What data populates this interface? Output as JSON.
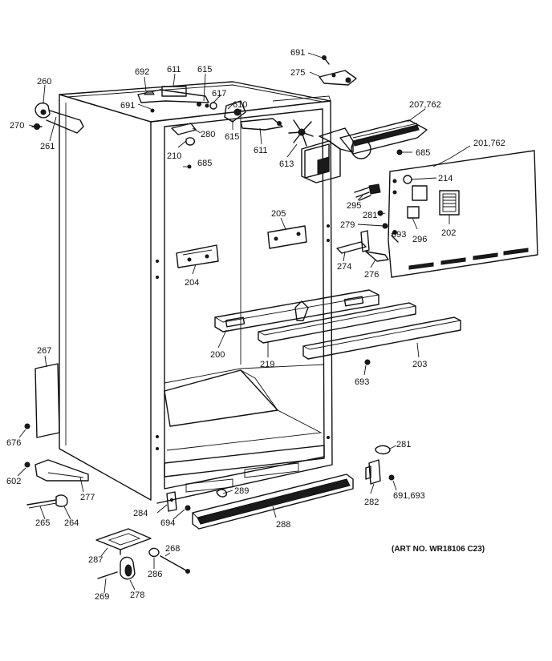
{
  "art_number": "(ART NO. WR18106 C23)",
  "callouts": [
    {
      "id": "691a",
      "text": "691"
    },
    {
      "id": "275",
      "text": "275"
    },
    {
      "id": "692",
      "text": "692"
    },
    {
      "id": "611a",
      "text": "611"
    },
    {
      "id": "615a",
      "text": "615"
    },
    {
      "id": "617",
      "text": "617"
    },
    {
      "id": "610",
      "text": "610"
    },
    {
      "id": "691b",
      "text": "691"
    },
    {
      "id": "280",
      "text": "280"
    },
    {
      "id": "615b",
      "text": "615"
    },
    {
      "id": "611b",
      "text": "611"
    },
    {
      "id": "210",
      "text": "210"
    },
    {
      "id": "613",
      "text": "613"
    },
    {
      "id": "685a",
      "text": "685"
    },
    {
      "id": "260",
      "text": "260"
    },
    {
      "id": "270",
      "text": "270"
    },
    {
      "id": "261",
      "text": "261"
    },
    {
      "id": "207",
      "text": "207,762"
    },
    {
      "id": "685b",
      "text": "685"
    },
    {
      "id": "201",
      "text": "201,762"
    },
    {
      "id": "214",
      "text": "214"
    },
    {
      "id": "295",
      "text": "295"
    },
    {
      "id": "281a",
      "text": "281"
    },
    {
      "id": "279",
      "text": "279"
    },
    {
      "id": "693a",
      "text": "693"
    },
    {
      "id": "296",
      "text": "296"
    },
    {
      "id": "202",
      "text": "202"
    },
    {
      "id": "274",
      "text": "274"
    },
    {
      "id": "276",
      "text": "276"
    },
    {
      "id": "205",
      "text": "205"
    },
    {
      "id": "204",
      "text": "204"
    },
    {
      "id": "200",
      "text": "200"
    },
    {
      "id": "219",
      "text": "219"
    },
    {
      "id": "203",
      "text": "203"
    },
    {
      "id": "693b",
      "text": "693"
    },
    {
      "id": "267",
      "text": "267"
    },
    {
      "id": "676",
      "text": "676"
    },
    {
      "id": "602",
      "text": "602"
    },
    {
      "id": "277",
      "text": "277"
    },
    {
      "id": "265",
      "text": "265"
    },
    {
      "id": "264",
      "text": "264"
    },
    {
      "id": "284",
      "text": "284"
    },
    {
      "id": "289",
      "text": "289"
    },
    {
      "id": "694",
      "text": "694"
    },
    {
      "id": "288",
      "text": "288"
    },
    {
      "id": "281b",
      "text": "281"
    },
    {
      "id": "282",
      "text": "282"
    },
    {
      "id": "691c",
      "text": "691,693"
    },
    {
      "id": "287",
      "text": "287"
    },
    {
      "id": "268",
      "text": "268"
    },
    {
      "id": "286",
      "text": "286"
    },
    {
      "id": "269",
      "text": "269"
    },
    {
      "id": "278",
      "text": "278"
    }
  ]
}
